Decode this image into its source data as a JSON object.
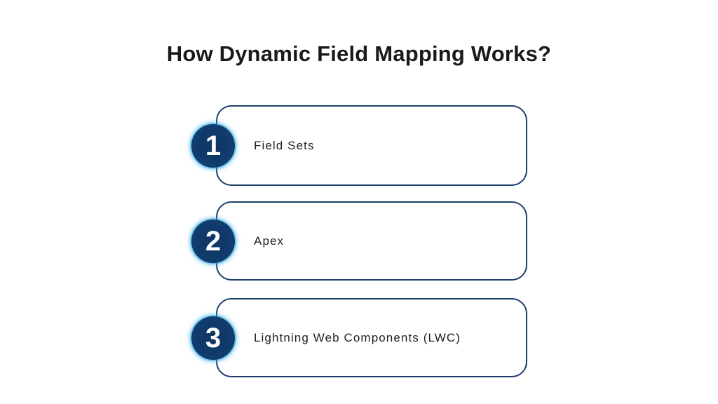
{
  "slide": {
    "background_color": "#ffffff",
    "title": "How Dynamic Field Mapping Works?",
    "title_color": "#1a1a1a"
  },
  "theme": {
    "badge_fill": "#10386a",
    "badge_glow": "#3fb6e8",
    "card_border": "#1d3f6e",
    "card_fill": "#ffffff",
    "label_color": "#1f1f1f"
  },
  "steps": [
    {
      "number": "1",
      "label": "Field Sets"
    },
    {
      "number": "2",
      "label": "Apex"
    },
    {
      "number": "3",
      "label": "Lightning Web Components (LWC)"
    }
  ]
}
